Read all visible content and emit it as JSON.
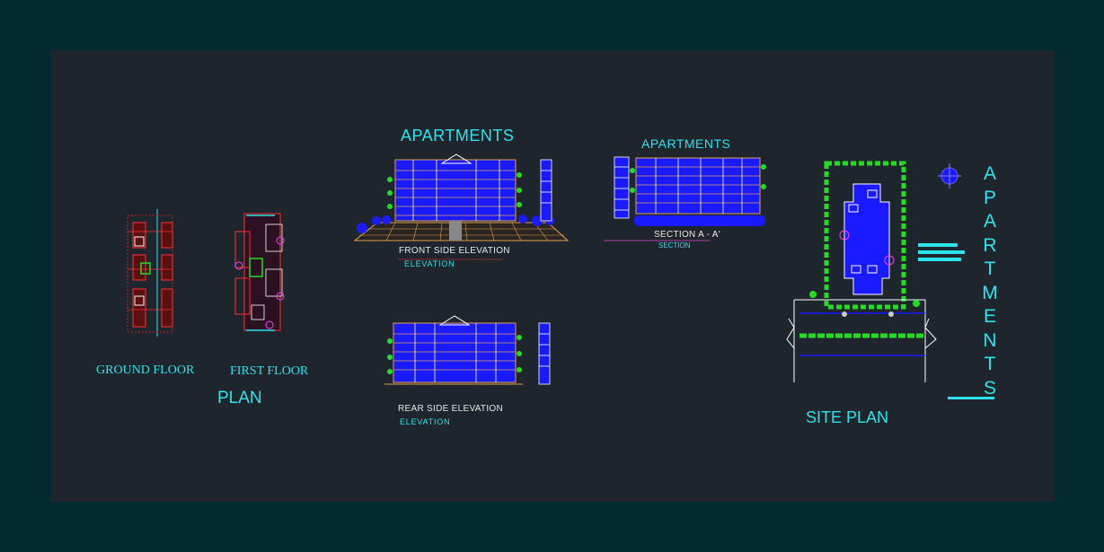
{
  "labels": {
    "ground_floor": "GROUND FLOOR",
    "first_floor": "FIRST FLOOR",
    "plan": "PLAN",
    "apartments_heading_1": "APARTMENTS",
    "front_elevation_title": "FRONT SIDE ELEVATION",
    "front_elevation_sub": "ELEVATION",
    "rear_elevation_title": "REAR SIDE ELEVATION",
    "rear_elevation_sub": "ELEVATION",
    "apartments_heading_2": "APARTMENTS",
    "section_title": "SECTION A - A'",
    "section_sub": "SECTION",
    "site_plan": "SITE PLAN",
    "vertical_title": [
      "A",
      "P",
      "A",
      "R",
      "T",
      "M",
      "E",
      "N",
      "T",
      "S"
    ]
  },
  "colors": {
    "frame": "#032a30",
    "sheet": "#1f252c",
    "text_cyan": "#2be4ee",
    "building_blue": "#1a1aff",
    "landscape_green": "#22dd22",
    "ground_orange": "#e0a050",
    "red_lines": "#e03030"
  }
}
